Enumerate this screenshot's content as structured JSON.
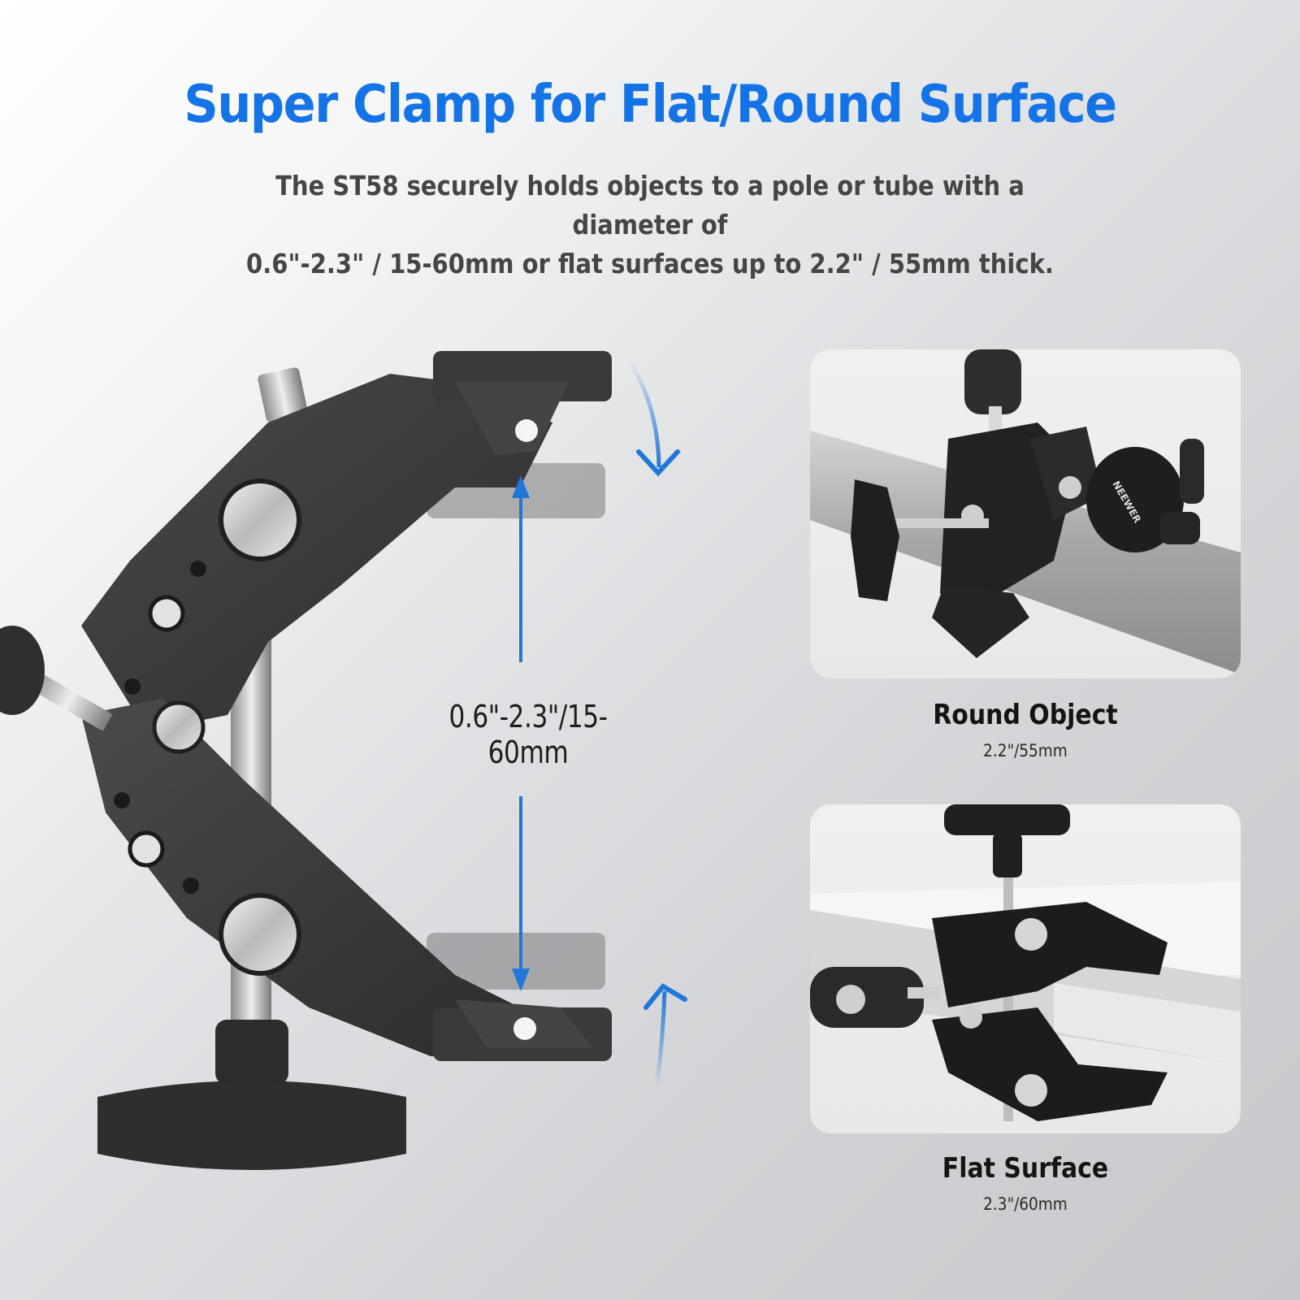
{
  "header": {
    "title": "Super Clamp for Flat/Round Surface",
    "title_color": "#1473e6",
    "subtitle_line1": "The ST58 securely holds objects to a pole or tube with a diameter of",
    "subtitle_line2": "0.6\"-2.3\" / 15-60mm or flat surfaces up to 2.2\" / 55mm thick."
  },
  "main": {
    "dimension_label": "0.6\"-2.3\"/15-60mm",
    "arrow_color": "#1f78d8",
    "icons": [
      "rotate-down-arrow-icon",
      "rotate-up-arrow-icon",
      "dimension-arrow-up-icon",
      "dimension-arrow-down-icon"
    ]
  },
  "cards": [
    {
      "title": "Round Object",
      "subtitle": "2.2\"/55mm",
      "brand_mark": "NEEWER"
    },
    {
      "title": "Flat Surface",
      "subtitle": "2.3\"/60mm"
    }
  ]
}
